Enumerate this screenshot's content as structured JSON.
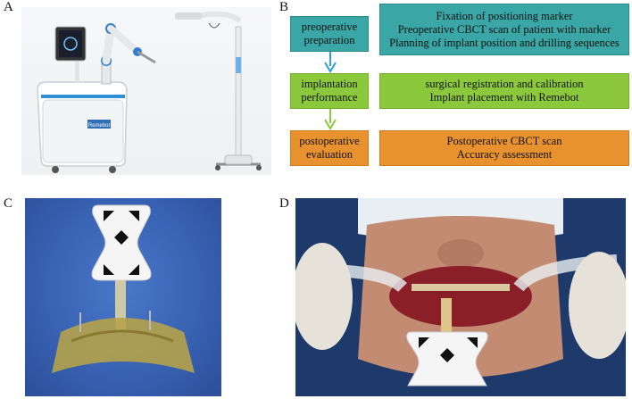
{
  "panels": {
    "A": "A",
    "B": "B",
    "C": "C",
    "D": "D"
  },
  "flow": {
    "steps": [
      {
        "label_lines": [
          "preoperative",
          "preparation"
        ],
        "details": [
          "Fixation of positioning marker",
          "Preoperative CBCT scan of patient with marker",
          "Planning of implant position and drilling sequences"
        ],
        "color": "#3aa6a6"
      },
      {
        "label_lines": [
          "implantation",
          "performance"
        ],
        "details": [
          "surgical registration and calibration",
          "Implant placement with Remebot"
        ],
        "color": "#8cc83c"
      },
      {
        "label_lines": [
          "postoperative",
          "evaluation"
        ],
        "details": [
          "Postoperative CBCT scan",
          "Accuracy assessment"
        ],
        "color": "#e8922f"
      }
    ],
    "arrow_colors": [
      "#2e9ee0",
      "#8cc83c"
    ]
  },
  "photo_a": {
    "cart_brand": "Remebot"
  }
}
